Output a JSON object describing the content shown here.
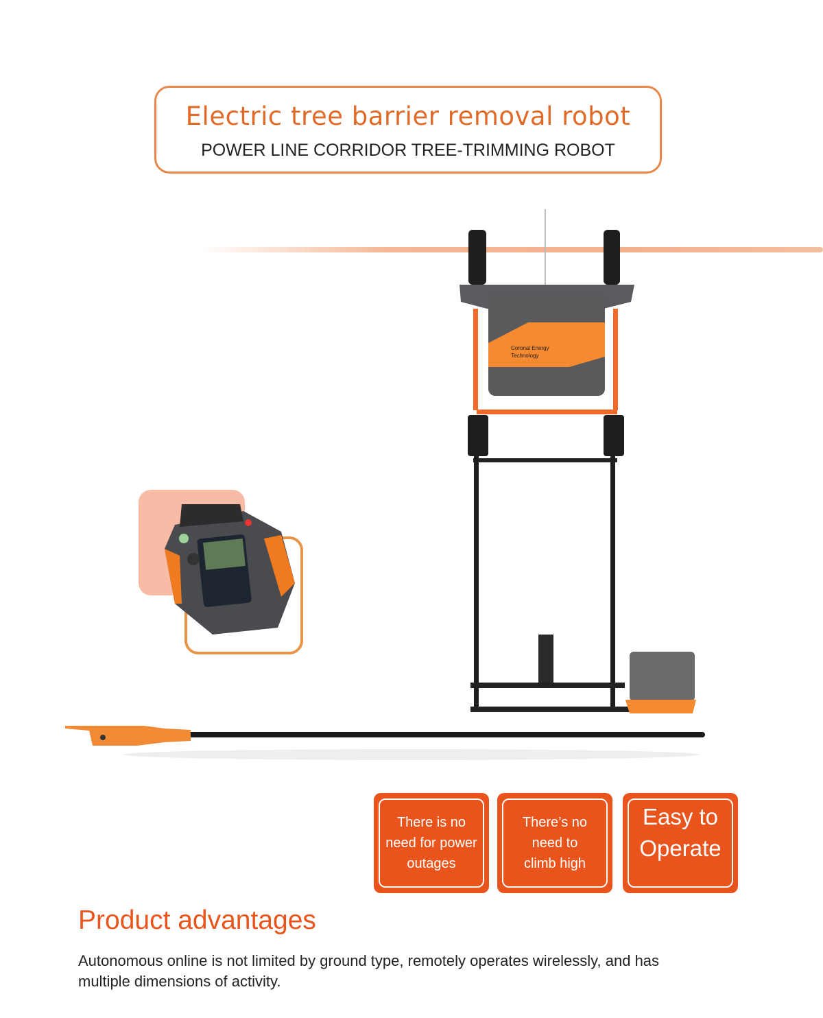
{
  "header": {
    "title": "Electric tree barrier removal robot",
    "subtitle": "POWER LINE CORRIDOR TREE-TRIMMING ROBOT"
  },
  "product_image": {
    "logo_text": "Coronal Energy Technology"
  },
  "features": [
    {
      "label": "There is no need for power outages"
    },
    {
      "label": "There’s no need to climb high"
    },
    {
      "label": "Easy to Operate"
    }
  ],
  "advantages": {
    "title": "Product advantages",
    "text": "Autonomous online is not limited by ground type, remotely operates wirelessly, and has multiple dimensions of activity."
  },
  "colors": {
    "accent": "#e8541c",
    "title": "#e06a28",
    "border": "#e8874a"
  }
}
